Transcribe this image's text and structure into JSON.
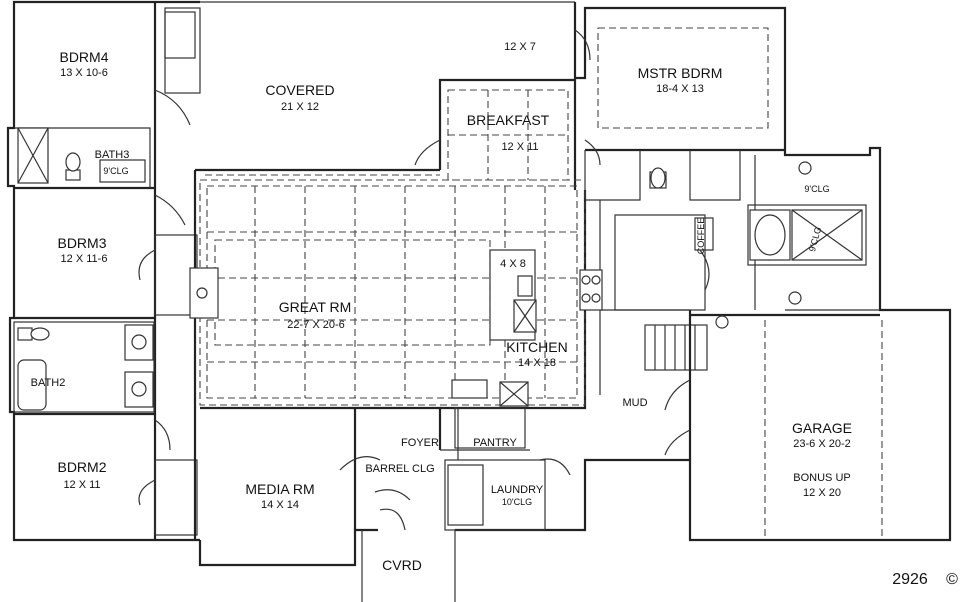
{
  "plan_number": "2926",
  "plan_mark": "©",
  "rooms": {
    "bdrm4": {
      "name": "BDRM4",
      "dim": "13 X 10-6"
    },
    "covered": {
      "name": "COVERED",
      "dim": "21 X 12"
    },
    "patio": {
      "dim": "12 X 7"
    },
    "mstr": {
      "name": "MSTR BDRM",
      "dim": "18-4 X 13"
    },
    "breakfast": {
      "name": "BREAKFAST",
      "dim": "12 X 11"
    },
    "bath3": {
      "name": "BATH3",
      "clg": "9'CLG"
    },
    "bdrm3": {
      "name": "BDRM3",
      "dim": "12 X 11-6"
    },
    "great": {
      "name": "GREAT RM",
      "dim": "22-7 X 20-6"
    },
    "island": {
      "dim": "4 X 8"
    },
    "kitchen": {
      "name": "KITCHEN",
      "dim": "14 X 18"
    },
    "bath2": {
      "name": "BATH2"
    },
    "bdrm2": {
      "name": "BDRM2",
      "dim": "12 X 11"
    },
    "media": {
      "name": "MEDIA RM",
      "dim": "14 X 14"
    },
    "foyer": {
      "name": "FOYER",
      "clg": "BARREL CLG"
    },
    "pantry": {
      "name": "PANTRY"
    },
    "laundry": {
      "name": "LAUNDRY",
      "clg": "10'CLG"
    },
    "mud": {
      "name": "MUD"
    },
    "garage": {
      "name": "GARAGE",
      "dim": "23-6 X 20-2",
      "bonus": "BONUS UP",
      "bonus_dim": "12 X 20"
    },
    "cvrd": {
      "name": "CVRD"
    },
    "mbath": {
      "clg": "9'CLG",
      "closet_clg": "9'CLG"
    },
    "coffee": {
      "name": "COFFEE"
    }
  }
}
